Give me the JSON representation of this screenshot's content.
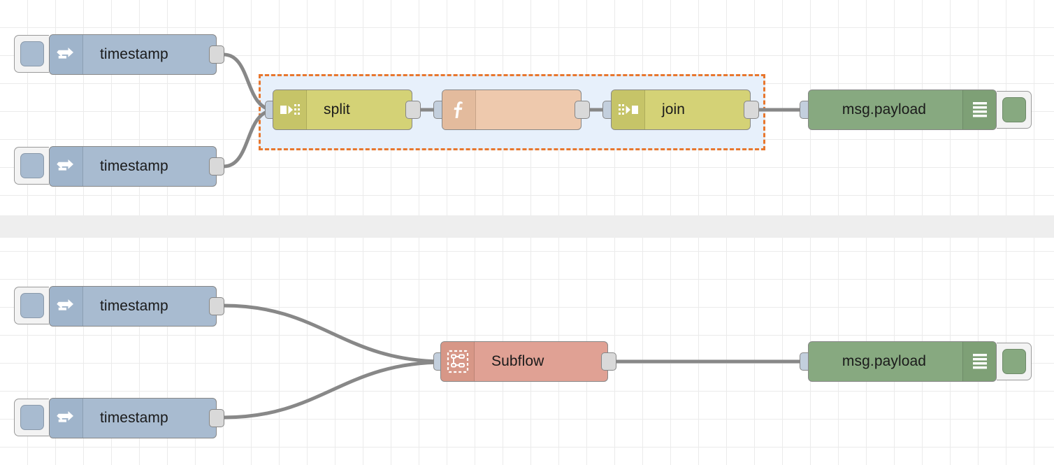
{
  "app": {
    "name": "Node-RED flow editor canvas",
    "grid_size": 40,
    "background": "#ffffff",
    "grid_color": "#ebebeb",
    "wire_color": "#888888",
    "divider_color": "#eeeeee"
  },
  "group": {
    "name": "selected-group",
    "border_color": "#e8772e",
    "fill_color": "#e7f0fb",
    "border_style": "dashed"
  },
  "flows": [
    {
      "id": "flow-top",
      "nodes": [
        {
          "id": "inject-1",
          "type": "inject",
          "label": "timestamp",
          "icon": "arrow-right-icon",
          "color": "#a8bbd0",
          "button": "inject-button"
        },
        {
          "id": "inject-2",
          "type": "inject",
          "label": "timestamp",
          "icon": "arrow-right-icon",
          "color": "#a8bbd0",
          "button": "inject-button"
        },
        {
          "id": "split-1",
          "type": "split",
          "label": "split",
          "icon": "split-icon",
          "color": "#d4d276"
        },
        {
          "id": "function-1",
          "type": "function",
          "label": "",
          "icon": "function-icon",
          "color": "#eec9ad"
        },
        {
          "id": "join-1",
          "type": "join",
          "label": "join",
          "icon": "join-icon",
          "color": "#d4d276"
        },
        {
          "id": "debug-1",
          "type": "debug",
          "label": "msg.payload",
          "icon": "debug-lines-icon",
          "color": "#87a980",
          "button": "debug-toggle-button"
        }
      ]
    },
    {
      "id": "flow-bottom",
      "nodes": [
        {
          "id": "inject-3",
          "type": "inject",
          "label": "timestamp",
          "icon": "arrow-right-icon",
          "color": "#a8bbd0",
          "button": "inject-button"
        },
        {
          "id": "inject-4",
          "type": "inject",
          "label": "timestamp",
          "icon": "arrow-right-icon",
          "color": "#a8bbd0",
          "button": "inject-button"
        },
        {
          "id": "subflow-1",
          "type": "subflow",
          "label": "Subflow",
          "icon": "subflow-icon",
          "color": "#e0a194"
        },
        {
          "id": "debug-2",
          "type": "debug",
          "label": "msg.payload",
          "icon": "debug-lines-icon",
          "color": "#87a980",
          "button": "debug-toggle-button"
        }
      ]
    }
  ],
  "labels": {
    "timestamp_1": "timestamp",
    "timestamp_2": "timestamp",
    "timestamp_3": "timestamp",
    "timestamp_4": "timestamp",
    "split": "split",
    "function": "",
    "join": "join",
    "debug_top": "msg.payload",
    "debug_bottom": "msg.payload",
    "subflow": "Subflow"
  }
}
